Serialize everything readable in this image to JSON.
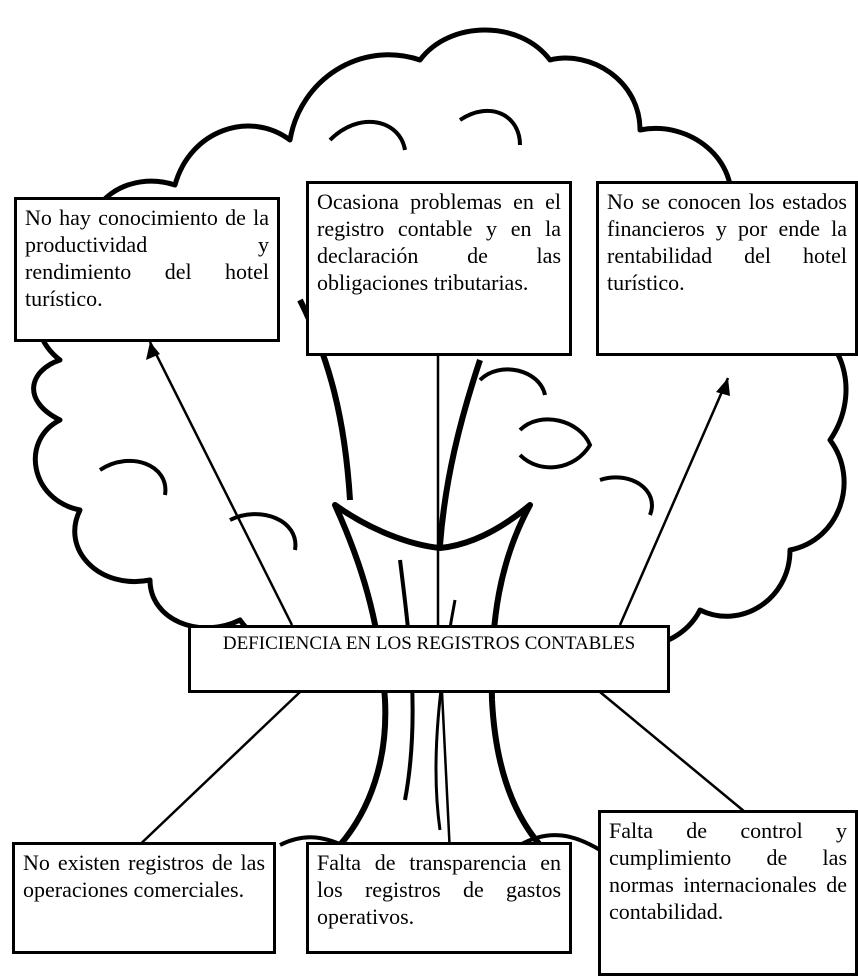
{
  "diagram": {
    "core_problem": "DEFICIENCIA EN LOS REGISTROS CONTABLES",
    "effects": [
      "No hay conocimiento de la productividad y rendimiento del hotel turístico.",
      "Ocasiona problemas en el registro contable y en la declaración de las obligaciones tributarias.",
      "No se conocen los estados financieros y por ende la rentabilidad del hotel turístico."
    ],
    "causes": [
      "No existen registros de las operaciones comerciales.",
      "Falta de transparencia en los registros de gastos operativos.",
      "Falta de control y cumplimiento de las normas internacionales de contabilidad."
    ]
  }
}
